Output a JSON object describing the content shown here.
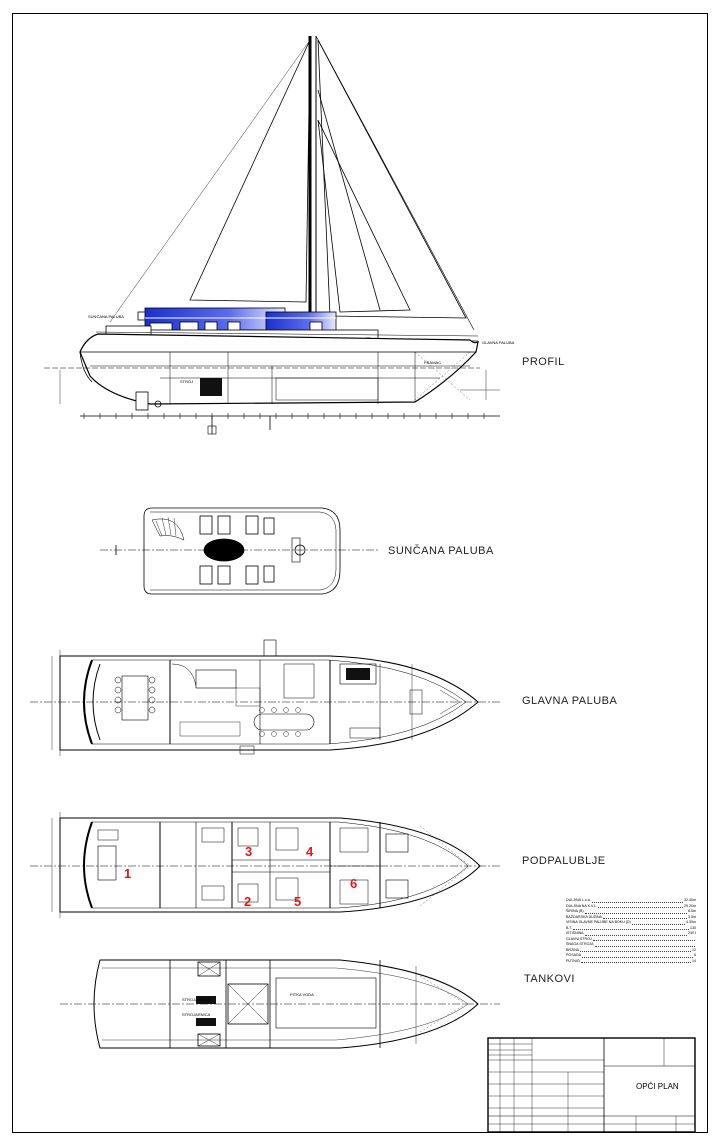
{
  "views": {
    "profil": "PROFIL",
    "suncana_paluba": "SUNČANA PALUBA",
    "glavna_paluba": "GLAVNA PALUBA",
    "podpalublje": "PODPALUBLJE",
    "tankovi": "TANKOVI"
  },
  "profile_labels": {
    "suncana_paluba": "SUNČANA PALUBA",
    "glavna_paluba": "GLAVNA PALUBA",
    "strojarnica": "STROJ",
    "pramac": "PRAMAC"
  },
  "cabin_numbers": [
    "1",
    "2",
    "3",
    "4",
    "5",
    "6"
  ],
  "tank_labels": {
    "strojarnica_1": "STROJARNICA",
    "strojarnica_2": "STROJARNICA",
    "pitka_voda": "PITKA VODA"
  },
  "spec_table": [
    {
      "k": "DULJINA L.o.a.",
      "v": "32.40m"
    },
    {
      "k": "DULJINA NA K.V.L.",
      "v": "29.20m"
    },
    {
      "k": "ŠIRINA (B)",
      "v": "8.5m"
    },
    {
      "k": "BAŽDARSKA DUŽINA",
      "v": "3.5m"
    },
    {
      "k": "VISINA GLAVNE PALUBE NA BOKU (D)",
      "v": "4.30m"
    },
    {
      "k": "B.T.",
      "v": "130"
    },
    {
      "k": "ISTISNINA",
      "v": "230 t"
    },
    {
      "k": "GLAVNI STROJ",
      "v": ""
    },
    {
      "k": "SNAGA STROJA",
      "v": ""
    },
    {
      "k": "BRZINA",
      "v": "12"
    },
    {
      "k": "POSADA",
      "v": "6"
    },
    {
      "k": "PUTNICI",
      "v": "14"
    }
  ],
  "title_block": {
    "title": "OPĆI PLAN"
  }
}
